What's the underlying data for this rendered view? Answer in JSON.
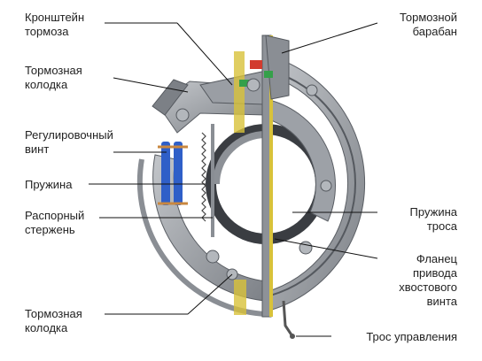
{
  "labels": {
    "bracket": "Кронштейн\nтормоза",
    "drum": "Тормозной\nбарабан",
    "shoe_top": "Тормозная\nколодка",
    "adjusting_screw": "Регулировочный\nвинт",
    "spring": "Пружина",
    "strut": "Распорный\nстержень",
    "cable_spring": "Пружина\nтроса",
    "flange": "Фланец\nпривода\nхвостового\nвинта",
    "shoe_bottom": "Тормозная\nколодка",
    "control_cable": "Трос управления"
  },
  "colors": {
    "metal_light": "#a9acb1",
    "metal_mid": "#8e9298",
    "metal_dark": "#6a6e74",
    "screw_blue": "#2f5fc8",
    "accent_red": "#d23a2e",
    "accent_green": "#35a04a",
    "accent_yellow": "#d8c23a",
    "leader": "#111111"
  }
}
